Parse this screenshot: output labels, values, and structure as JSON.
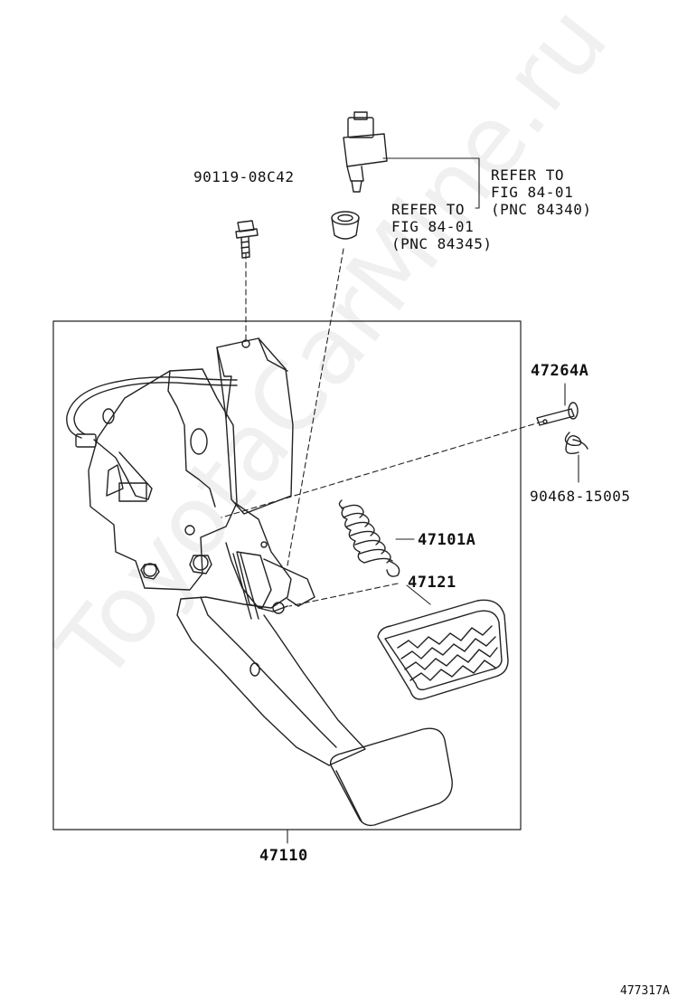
{
  "watermark": "ToyotaCarMine.ru",
  "figure_id": "477317A",
  "parts": {
    "bolt": "90119-08C42",
    "refer_a_line1": "REFER TO",
    "refer_a_line2": "FIG 84-01",
    "refer_a_line3": "(PNC 84340)",
    "refer_b_line1": "REFER TO",
    "refer_b_line2": "FIG 84-01",
    "refer_b_line3": "(PNC 84345)",
    "pin": "47264A",
    "clip": "90468-15005",
    "spring": "47101A",
    "pad": "47121",
    "pedal_assy": "47110"
  },
  "colors": {
    "line": "#222222",
    "bg": "#ffffff"
  }
}
